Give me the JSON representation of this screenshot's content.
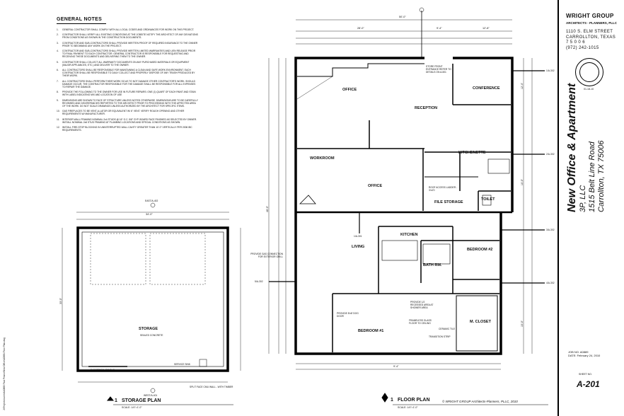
{
  "notes": {
    "heading": "GENERAL NOTES",
    "items": [
      {
        "n": "1.",
        "t": "GENERAL CONTRACTOR SHALL COMPLY WITH ALL LOCAL CODES AND ORDINANCES FOR WORK ON THIS PROJECT."
      },
      {
        "n": "2.",
        "t": "CONTRACTOR SHALL VERIFY ALL EXISTING CONDITIONS AT THE JOBSITE NOTIFY THE ARCHITECT OF ANY DEVIATIONS FROM CONDITIONS AS SHOWN IN THE CONSTRUCTION DOCUMENTS."
      },
      {
        "n": "3.",
        "t": "CONTRACTOR AND SUB-CONTRACTORS SHALL PROVIDE WRITTEN PROOF OF REQUIRED INSURANCE TO THE OWNER PRIOR TO BEGINNING ANY WORK ON THE PROJECT."
      },
      {
        "n": "4.",
        "t": "CONTRACTOR AND SUB-CONTRACTORS SHALL PROVIDE WRITTEN LIMITED WARRANTIES AND LIEN RELEASE PRIOR TO FINAL PAYMENT TO EACH CONTRACTOR. GENERAL CONTRACTOR IS RESPONSIBLE FOR REQUESTING AND RECEIVING THESE DOCUMENTS AND DELIVERING THEM TO THE OWNER."
      },
      {
        "n": "5.",
        "t": "CONTRACTOR SHALL COLLECT ALL WARRANTY DOCUMENTS ON ANY PURCHASED MATERIALS OR EQUIPMENT (MAJOR APPLIANCES, ETC.) AND DELIVER TO THE OWNER."
      },
      {
        "n": "6.",
        "t": "ALL CONTRACTORS SHALL BE RESPONSIBLE FOR MAINTAINING A CLEAN AND SAFE WORK ENVIRONMENT. EACH CONTRACTOR SHALL BE RESPONSIBLE TO DAILY COLLECT AND PROPERLY DISPOSE OF ANY TRASH PRODUCED BY THEIR WORK."
      },
      {
        "n": "7.",
        "t": "ALL CONTRACTORS SHALL PERFORM THEIR WORK SO AS TO NOT DAMAGE OTHER CONTRACTOR'S WORK. SHOULD DAMAGE OCCUR, THE CONTRACTOR RESPONSIBLE FOR THE DAMAGE SHALL BE RESPONSIBLE FOR ALL EXPENSES TO REPAIR THE DAMAGE."
      },
      {
        "n": "8.",
        "t": "PROVIDE THE FOLLOWING TO THE OWNER FOR USE IN FUTURE REPAIRS: ONE (1) QUART OF EACH PAINT AND STAIN WITH LABEL INDICATING MIX AND LOCATION OF USE"
      },
      {
        "n": "9.",
        "t": "DIMENSIONS ARE SHOWN TO FACE OF STRUCTURE UNLESS NOTED OTHERWISE. DIMENSIONS ARE TO BE CAREFULLY REVIEWED AND DISCREPANCIES REPORTED TO THE ARCHITECT PRIOR TO PROCEEDING WITH THE AFFECTED AREA OF THE WORK. DO NOT SCALE DRAWINGS UNLESS AUTHORIZED BY THE ARCHITECT FOR SPECIFIC ITEMS."
      },
      {
        "n": "10.",
        "t": "GAS FIREPLACES TO BE VENT-A-LATOR OR EQUIVALENT W/ 6\" VENT. VERIFY ROUGH OPENING AND OTHER REQUIREMENTS W/ MANUFACTURER."
      },
      {
        "n": "11.",
        "t": "INTERIOR WALL FRAMING NOMINAL 2x4 STUDS @ 16\" O.C. 5/8\" GYP. BOARD FACE FINISHED AS SELECTED BY OWNER. INSTALL NOMINAL 2x6 STUD FRAMING AT PLUMBING LOCATIONS AND SPECIAL CONDITIONS AS SHOWN."
      },
      {
        "n": "12.",
        "t": "INSTALL FIRE-STOP BLOCKING IN UNINTERRUPTED WALL CAVITY GREATER THAN 10'-0\" VERTICALLY PER 2006 IBC REQUIREMENTS."
      }
    ]
  },
  "titleblock": {
    "firm": "WRIGHT GROUP",
    "firm_sub": "ARCHITECTS - PLANNERS, PLLC",
    "addr1": "1110 S. ELM STREET",
    "addr2": "CARROLLTON, TEXAS",
    "addr3": "7 5 0 0 6",
    "addr4": "(972) 242-1015",
    "seal_date": "01-18-10",
    "project_title": "New Office & Apartment",
    "client": "3P, LLC",
    "street": "1515 Belt Line Road",
    "city": "Carrollton, TX 75006",
    "job_no": "JOB NO. A0889",
    "date": "DATE: February 24, 2010",
    "sheet_no_label": "SHEET NO.",
    "sheet_no": "A-201"
  },
  "floor_plan": {
    "rooms": {
      "office1": "OFFICE",
      "reception": "RECEPTION",
      "conference": "CONFERENCE",
      "workroom": "WORKROOM",
      "office2": "OFFICE",
      "kitchenette": "KITCHENETTE",
      "file_storage": "FILE STORAGE",
      "toilet": "TOILET",
      "kitchen": "KITCHEN",
      "living": "LIVING",
      "bath": "BATH RM.",
      "bedroom2": "BEDROOM #2",
      "bedroom1": "BEDROOM #1",
      "closet": "M. CLOSET"
    },
    "title_num": "1",
    "title": "FLOOR PLAN",
    "scale": "SCALE: 1/4\"=1'-0\"",
    "footer": "© WRIGHT GROUP Architects-Planners, PLLC, 2010",
    "notes": {
      "storefront": "STORE FRONT ENTRANCE REFER TO DETAILS ON A-501",
      "gas": "PROVIDE GAS CONNECTION FOR EXTERIOR GRILL",
      "roof_access": "ROOF ACCESS LADDER - 3'x4'0",
      "shower": "PROVIDE 1/2 RECESSED AREA AT SHOWER AREA",
      "frameless": "FRAMELESS GLASS FLOOR TO CEILING",
      "ceramic": "CERAMIC TILE",
      "transition": "TRANSITION STRIP",
      "door": "PROVIDE 8'x8' DOG DOOR"
    },
    "dims": {
      "overall": "50'-0\"",
      "top1": "28'-0\"",
      "top2": "9'-4\"",
      "top3": "12'-8\"",
      "left": "48'-0\"",
      "bottom": "9'-4\"",
      "r1": "12'-4\"",
      "r2": "10'-0\"",
      "r3": "15'-0\""
    },
    "section_refs": [
      "1/A-302",
      "2/A-302",
      "3/A-302",
      "4/A-302",
      "5/A-302",
      "1/A-301"
    ]
  },
  "storage_plan": {
    "room": "STORAGE",
    "room_sub": "SEALED CONCRETE",
    "panels": "ELECTRICAL PANELS",
    "sink": "SERVICE SINK",
    "wall": "SPLIT FACE CMU WALL - WITH TIMBER",
    "title_num": "1",
    "title": "STORAGE PLAN",
    "scale": "SCALE: 1/4\"=1'-0\"",
    "dim_top": "34'-0\"",
    "dim_side": "33'-0\"",
    "ref_top": "EAST/A-402",
    "ref_bottom": "WEST/A-401"
  },
  "margin_path": "J:\\Projects\\current\\A0889 Paul Pearce\\New Office\\A0889-Floor Plan.dwg"
}
